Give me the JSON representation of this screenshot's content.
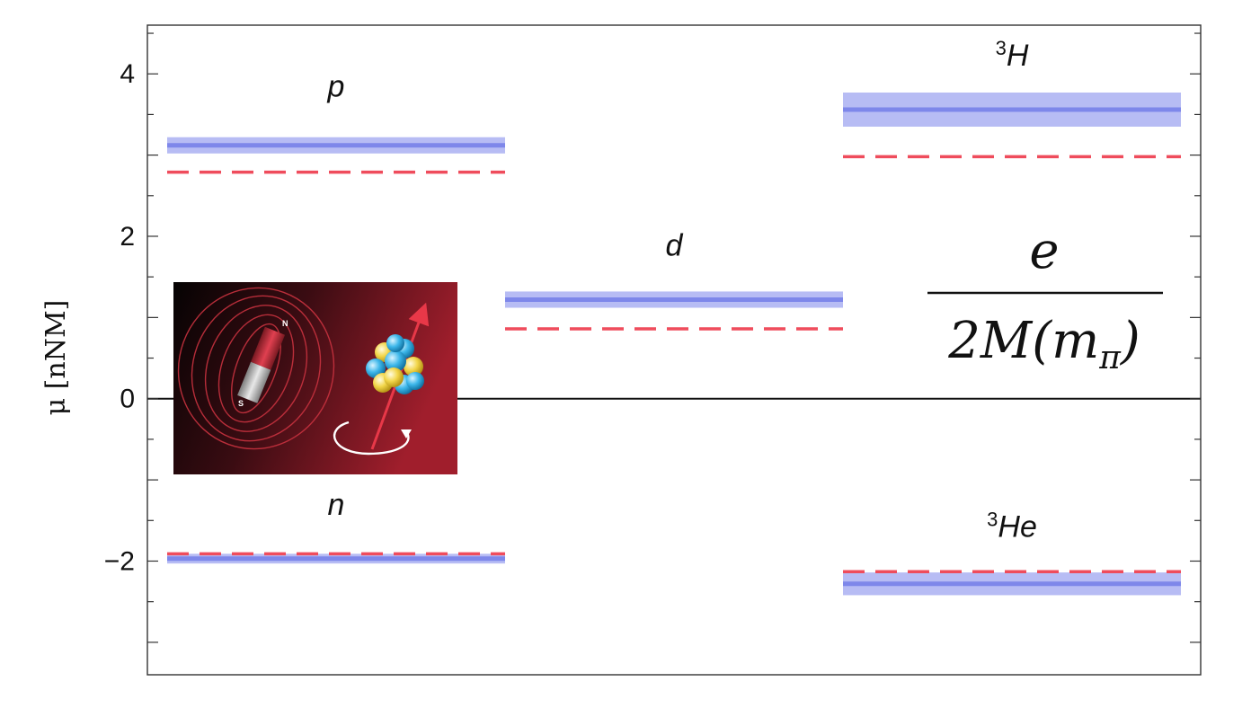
{
  "chart_data": {
    "type": "bar",
    "ylabel": "μ [nNM]",
    "ylim": [
      -3.4,
      4.6
    ],
    "yticks": [
      {
        "value": 4,
        "label": "4"
      },
      {
        "value": 2,
        "label": "2"
      },
      {
        "value": 0,
        "label": "0"
      },
      {
        "value": -2,
        "label": "−2"
      }
    ],
    "minor_step": 0.5,
    "zero_line": true,
    "grid": false,
    "categories": [
      {
        "name": "p",
        "superscript": "",
        "slot": 0,
        "center": 3.12,
        "band": [
          3.02,
          3.22
        ],
        "dashed": 2.79,
        "label_value": 3.72
      },
      {
        "name": "n",
        "superscript": "",
        "slot": 0,
        "center": -1.97,
        "band": [
          -2.03,
          -1.91
        ],
        "dashed": -1.91,
        "label_value": -1.43
      },
      {
        "name": "d",
        "superscript": "",
        "slot": 1,
        "center": 1.22,
        "band": [
          1.12,
          1.32
        ],
        "dashed": 0.86,
        "label_value": 1.76
      },
      {
        "name": "H",
        "superscript": "3",
        "slot": 2,
        "center": 3.56,
        "band": [
          3.35,
          3.77
        ],
        "dashed": 2.98,
        "label_value": 4.1
      },
      {
        "name": "He",
        "superscript": "3",
        "slot": 2,
        "center": -2.28,
        "band": [
          -2.42,
          -2.14
        ],
        "dashed": -2.13,
        "label_value": -1.7
      }
    ],
    "colors": {
      "band": "#b7bcf4",
      "center": "#7e87ea",
      "dashed": "#ef4c5c",
      "axis": "#333333"
    },
    "formula": {
      "numerator": "e",
      "denominator_prefix": "2M(m",
      "denominator_subscript": "π",
      "denominator_suffix": ")"
    },
    "inset_image": {
      "pole_n": "N",
      "pole_s": "S"
    }
  }
}
